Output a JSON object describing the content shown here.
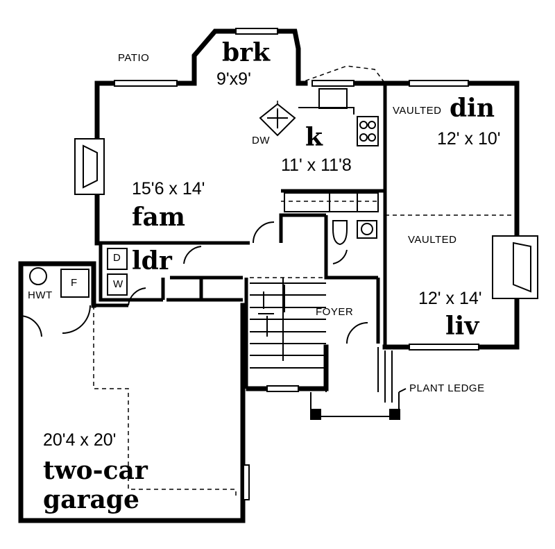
{
  "labels": {
    "patio": "PATIO",
    "plant_ledge": "PLANT LEDGE",
    "foyer": "FOYER",
    "dw": "DW",
    "hwt": "HWT",
    "furnace": "F",
    "dryer": "D",
    "washer": "W",
    "vaulted_din": "VAULTED",
    "vaulted_liv": "VAULTED"
  },
  "rooms": {
    "breakfast": {
      "name": "brk",
      "dims": "9'x9'"
    },
    "kitchen": {
      "name": "k",
      "dims": "11' x 11'8"
    },
    "dining": {
      "name": "din",
      "dims": "12' x 10'"
    },
    "family": {
      "name": "fam",
      "dims": "15'6 x 14'"
    },
    "laundry": {
      "name": "ldr"
    },
    "living": {
      "name": "liv",
      "dims": "12' x 14'"
    },
    "garage": {
      "name_line1": "two-car",
      "name_line2": "garage",
      "dims": "20'4 x 20'"
    }
  },
  "colors": {
    "ink": "#000000",
    "paper": "#ffffff"
  }
}
